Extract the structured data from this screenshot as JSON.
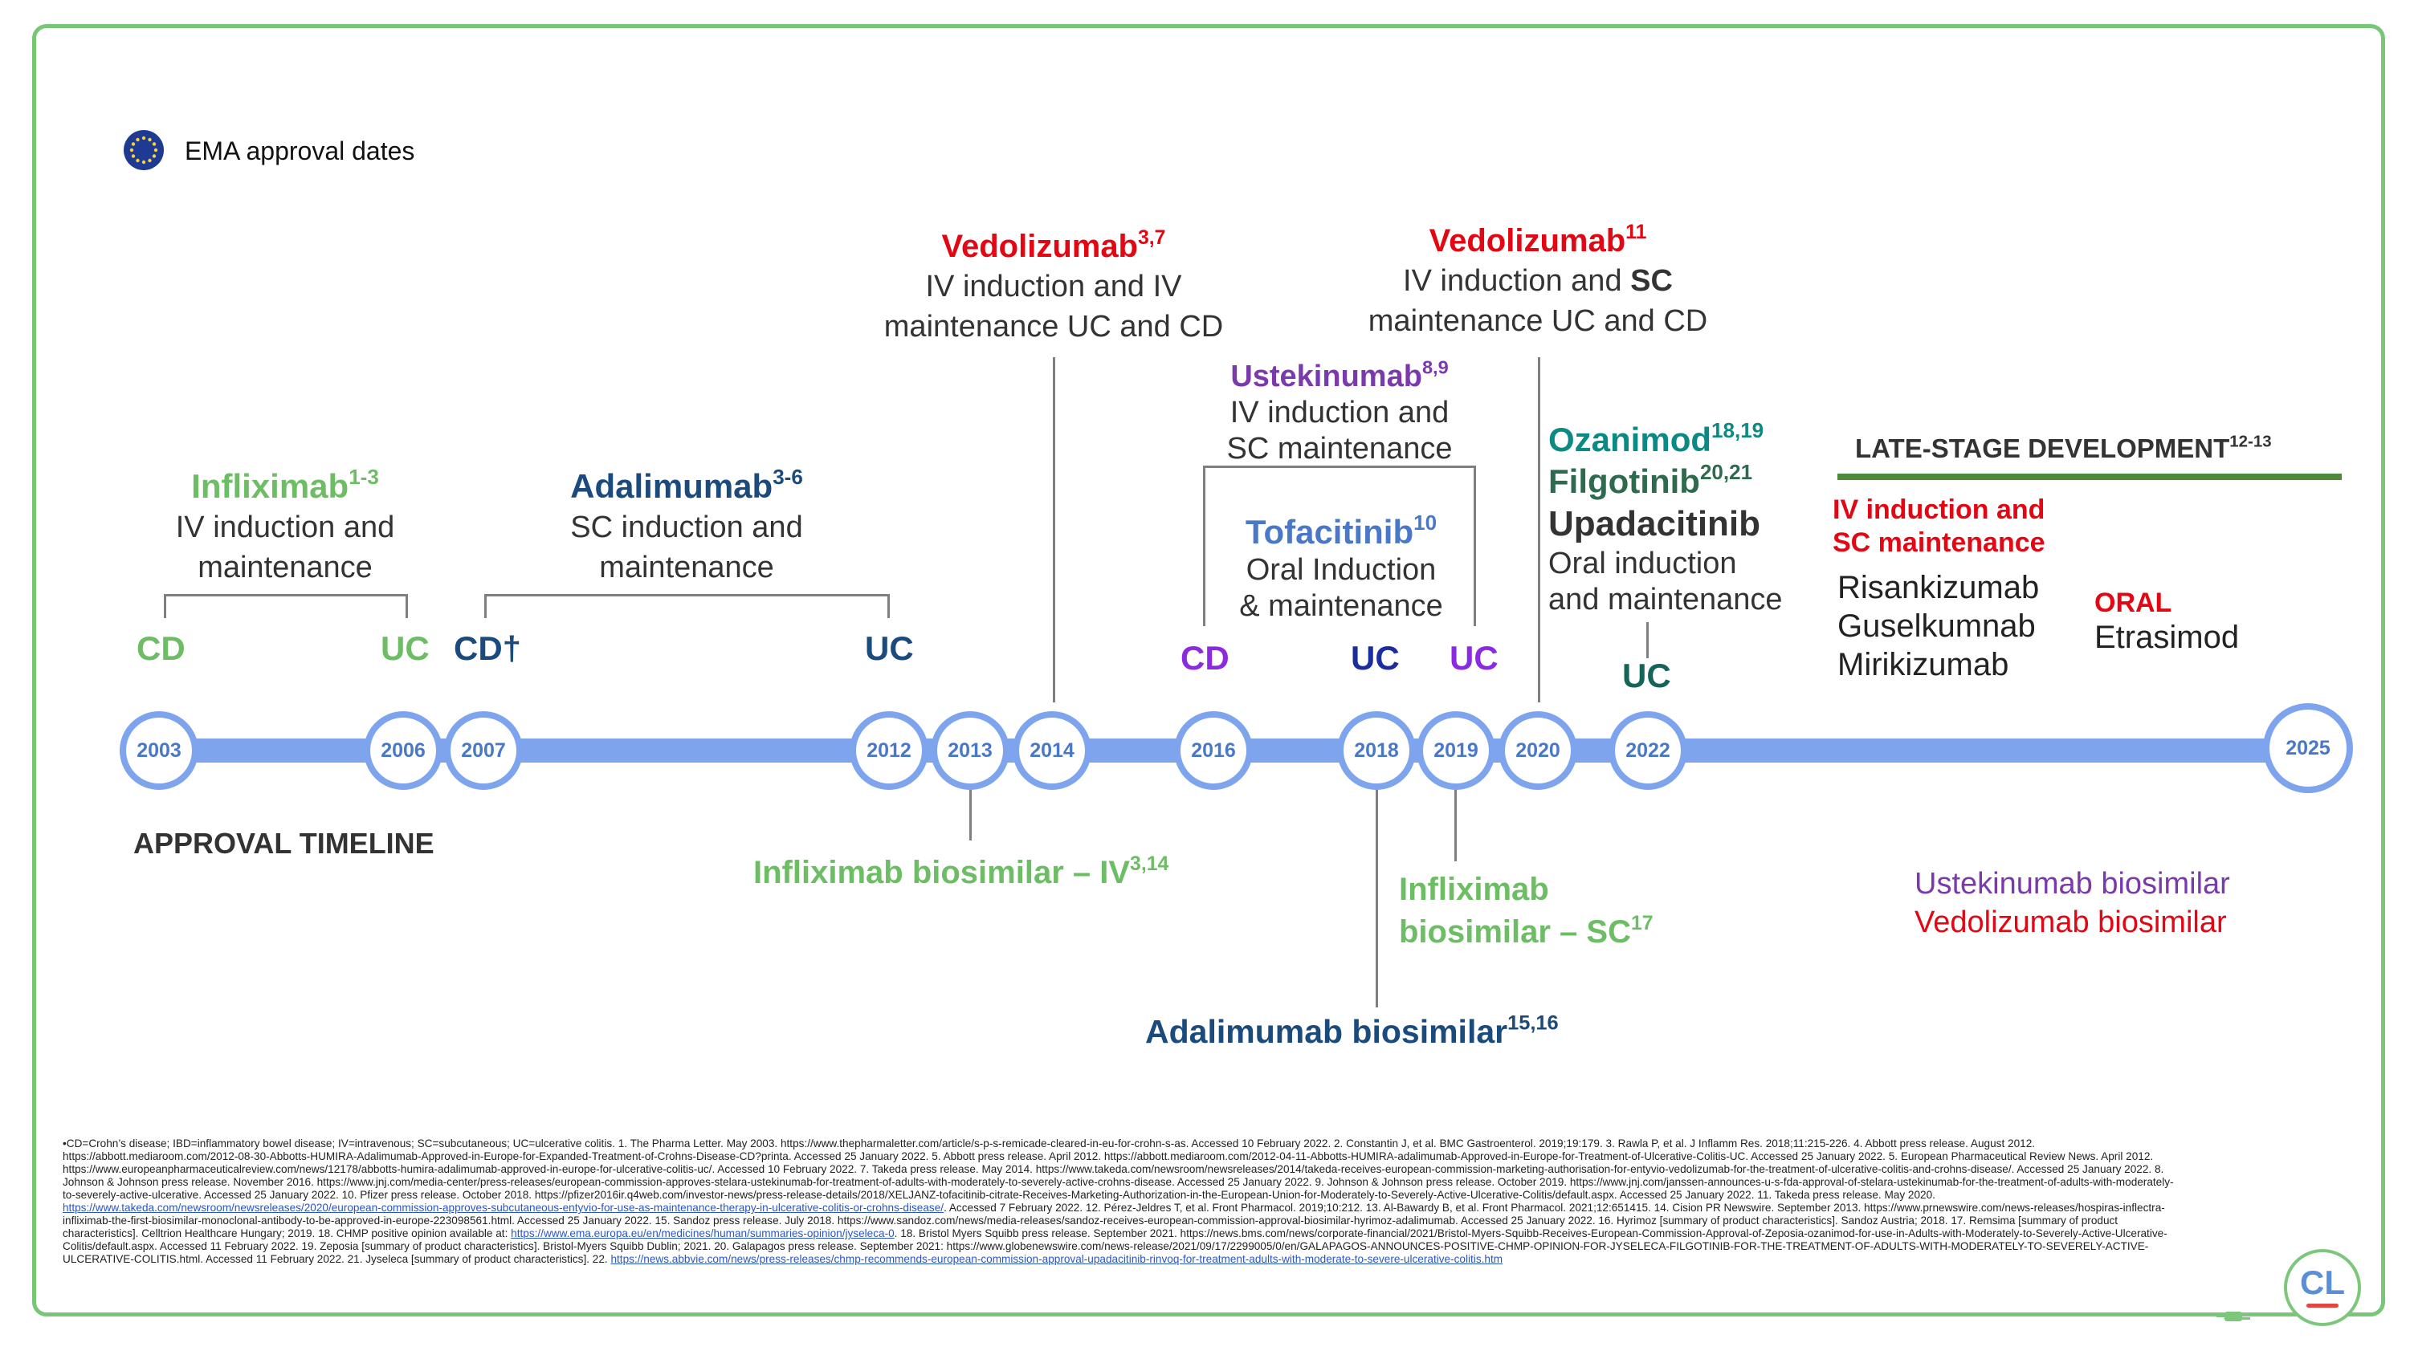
{
  "legend": {
    "icon": "eu-flag-icon",
    "label": "EMA approval dates"
  },
  "timeline": {
    "label": "APPROVAL TIMELINE",
    "years": [
      "2003",
      "2006",
      "2007",
      "2012",
      "2013",
      "2014",
      "2016",
      "2018",
      "2019",
      "2020",
      "2022",
      "2025"
    ]
  },
  "indication_tags": {
    "cd": "CD",
    "uc": "UC",
    "cd_dagger": "CD†"
  },
  "drugs": {
    "infliximab": {
      "name": "Infliximab",
      "refs": "1-3",
      "line1": "IV induction and",
      "line2": "maintenance"
    },
    "adalimumab": {
      "name": "Adalimumab",
      "refs": "3-6",
      "line1": "SC induction and",
      "line2": "maintenance"
    },
    "vedolizumab_2014": {
      "name": "Vedolizumab",
      "refs": "3,7",
      "line1": "IV induction and IV",
      "line2": "maintenance UC and CD"
    },
    "ustekinumab": {
      "name": "Ustekinumab",
      "refs": "8,9",
      "line1": "IV induction and",
      "line2": "SC maintenance"
    },
    "tofacitinib": {
      "name": "Tofacitinib",
      "refs": "10",
      "line1": "Oral Induction",
      "line2": "& maintenance"
    },
    "vedolizumab_2020": {
      "name": "Vedolizumab",
      "refs": "11",
      "line1_a": "IV induction and ",
      "line1_b": "SC",
      "line2": "maintenance UC and CD"
    },
    "ozanimod": {
      "name": "Ozanimod",
      "refs": "18,19"
    },
    "filgotinib": {
      "name": "Filgotinib",
      "refs": "20,21"
    },
    "upadacitinib": {
      "name": "Upadacitinib",
      "line1": "Oral induction",
      "line2": "and maintenance"
    }
  },
  "late_stage": {
    "title": "LATE-STAGE DEVELOPMENT",
    "refs": "12-13",
    "iv_label_1": "IV induction and",
    "iv_label_2": "SC maintenance",
    "iv_drugs": [
      "Risankizumab",
      "Guselkumnab",
      "Mirikizumab"
    ],
    "oral_label": "ORAL",
    "oral_drugs": [
      "Etrasimod"
    ]
  },
  "biosimilars": {
    "infliximab_iv": {
      "name": "Infliximab biosimilar – IV",
      "refs": "3,14"
    },
    "infliximab_sc_1": "Infliximab",
    "infliximab_sc_2": "biosimilar – SC",
    "infliximab_sc_refs": "17",
    "adalimumab": {
      "name": "Adalimumab biosimilar",
      "refs": "15,16"
    },
    "ustekinumab": "Ustekinumab biosimilar",
    "vedolizumab": "Vedolizumab biosimilar"
  },
  "footnote": {
    "p1": "•CD=Crohn’s disease; IBD=inflammatory bowel disease; IV=intravenous; SC=subcutaneous; UC=ulcerative colitis. 1. The Pharma Letter. May 2003. https://www.thepharmaletter.com/article/s-p-s-remicade-cleared-in-eu-for-crohn-s-as. Accessed 10 February 2022. 2. Constantin J, et al. BMC Gastroenterol. 2019;19:179. 3. Rawla P, et al. J Inflamm Res. 2018;11:215-226. 4. Abbott press release. August 2012. https://abbott.mediaroom.com/2012-08-30-Abbotts-HUMIRA-Adalimumab-Approved-in-Europe-for-Expanded-Treatment-of-Crohns-Disease-CD?printa. Accessed 25 January 2022. 5. Abbott press release. April 2012. https://abbott.mediaroom.com/2012-04-11-Abbotts-HUMIRA-adalimumab-Approved-in-Europe-for-Treatment-of-Ulcerative-Colitis-UC. Accessed 25 January 2022. 5. European Pharmaceutical Review News. April 2012. https://www.europeanpharmaceuticalreview.com/news/12178/abbotts-humira-adalimumab-approved-in-europe-for-ulcerative-colitis-uc/. Accessed 10 February 2022. 7. Takeda press release. May 2014. https://www.takeda.com/newsroom/newsreleases/2014/takeda-receives-european-commission-marketing-authorisation-for-entyvio-vedolizumab-for-the-treatment-of-ulcerative-colitis-and-crohns-disease/. Accessed 25 January 2022. 8. Johnson & Johnson press release. November 2016. https://www.jnj.com/media-center/press-releases/european-commission-approves-stelara-ustekinumab-for-treatment-of-adults-with-moderately-to-severely-active-crohns-disease. Accessed 25 January 2022. 9. Johnson & Johnson press release. October 2019. https://www.jnj.com/janssen-announces-u-s-fda-approval-of-stelara-ustekinumab-for-the-treatment-of-adults-with-moderately-to-severely-active-ulcerative. Accessed 25 January 2022. 10. Pfizer press release. October 2018. https://pfizer2016ir.q4web.com/investor-news/press-release-details/2018/XELJANZ-tofacitinib-citrate-Receives-Marketing-Authorization-in-the-European-Union-for-Moderately-to-Severely-Active-Ulcerative-Colitis/default.aspx. Accessed 25 January 2022. 11. Takeda press release. May 2020. ",
    "link1": "https://www.takeda.com/newsroom/newsreleases/2020/european-commission-approves-subcutaneous-entyvio-for-use-as-maintenance-therapy-in-ulcerative-colitis-or-crohns-disease/",
    "p2": ". Accessed 7 February 2022. 12. Pérez-Jeldres T, et al. Front Pharmacol. 2019;10:212. 13. Al-Bawardy B, et al. Front Pharmacol. 2021;12:651415. 14. Cision PR Newswire. September 2013. https://www.prnewswire.com/news-releases/hospiras-inflectra-infliximab-the-first-biosimilar-monoclonal-antibody-to-be-approved-in-europe-223098561.html. Accessed 25 January 2022. 15. Sandoz press release. July 2018. https://www.sandoz.com/news/media-releases/sandoz-receives-european-commission-approval-biosimilar-hyrimoz-adalimumab. Accessed 25 January 2022. 16. Hyrimoz [summary of product characteristics]. Sandoz Austria; 2018. 17. Remsima [summary of product characteristics]. Celltrion Healthcare Hungary; 2019. 18. CHMP positive opinion available at: ",
    "link2": "https://www.ema.europa.eu/en/medicines/human/summaries-opinion/jyseleca-0",
    "p3": ". 18. Bristol Myers Squibb press release. September 2021. https://news.bms.com/news/corporate-financial/2021/Bristol-Myers-Squibb-Receives-European-Commission-Approval-of-Zeposia-ozanimod-for-use-in-Adults-with-Moderately-to-Severely-Active-Ulcerative-Colitis/default.aspx. Accessed 11 February 2022. 19. Zeposia [summary of product characteristics]. Bristol-Myers Squibb Dublin; 2021. 20. Galapagos press release. September 2021: https://www.globenewswire.com/news-release/2021/09/17/2299005/0/en/GALAPAGOS-ANNOUNCES-POSITIVE-CHMP-OPINION-FOR-JYSELECA-FILGOTINIB-FOR-THE-TREATMENT-OF-ADULTS-WITH-MODERATELY-TO-SEVERELY-ACTIVE-ULCERATIVE-COLITIS.html. Accessed 11 February 2022. 21. Jyseleca [summary of product characteristics]. 22. ",
    "link3": "https://news.abbvie.com/news/press-releases/chmp-recommends-european-commission-approval-upadacitinib-rinvoq-for-treatment-adults-with-moderate-to-severe-ulcerative-colitis.htm"
  },
  "logo": {
    "text": "CL",
    "icon": "plug-icon"
  }
}
